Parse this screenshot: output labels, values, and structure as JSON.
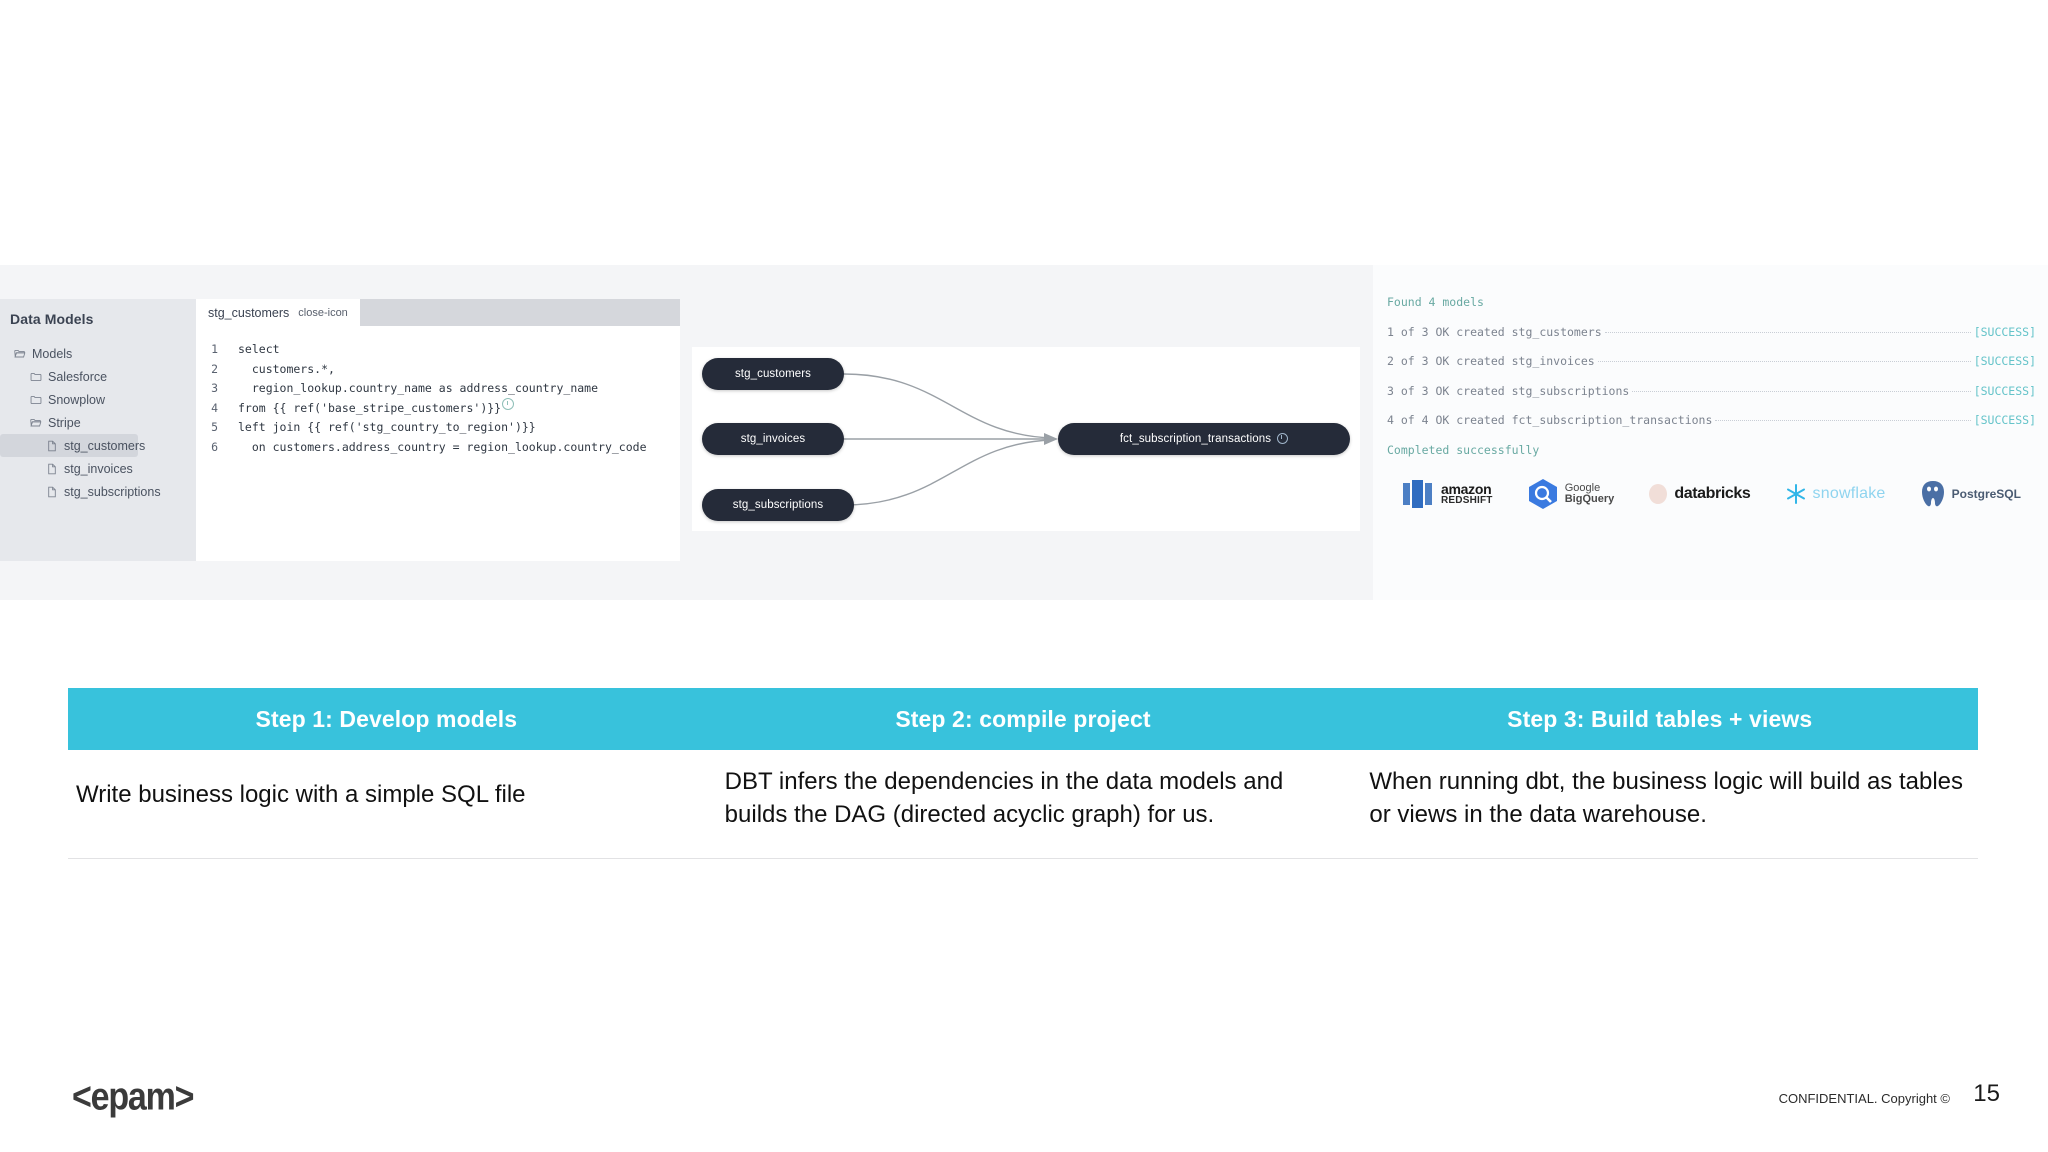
{
  "slide": {
    "footer_note": "CONFIDENTIAL. Copyright ©",
    "page_number": "15",
    "brand_logo": "<epam>",
    "accent_color": "#38c2dc"
  },
  "ide": {
    "sidebar_title": "Data Models",
    "tree": [
      {
        "label": "Models",
        "icon": "folder-open-icon",
        "level": 1,
        "selected": false
      },
      {
        "label": "Salesforce",
        "icon": "folder-icon",
        "level": 2,
        "selected": false
      },
      {
        "label": "Snowplow",
        "icon": "folder-icon",
        "level": 2,
        "selected": false
      },
      {
        "label": "Stripe",
        "icon": "folder-open-icon",
        "level": 2,
        "selected": false
      },
      {
        "label": "stg_customers",
        "icon": "file-icon",
        "level": 3,
        "selected": true
      },
      {
        "label": "stg_invoices",
        "icon": "file-icon",
        "level": 3,
        "selected": false
      },
      {
        "label": "stg_subscriptions",
        "icon": "file-icon",
        "level": 3,
        "selected": false
      }
    ],
    "tab": {
      "label": "stg_customers",
      "close_icon": "close-icon"
    },
    "code_lines": [
      {
        "n": "1",
        "text": "select"
      },
      {
        "n": "2",
        "text": "  customers.*,"
      },
      {
        "n": "3",
        "text": "  region_lookup.country_name as address_country_name"
      },
      {
        "n": "4",
        "text": "from {{ ref('base_stripe_customers')}}",
        "lens": true
      },
      {
        "n": "5",
        "text": "left join {{ ref('stg_country_to_region')}}"
      },
      {
        "n": "6",
        "text": "  on customers.address_country = region_lookup.country_code"
      }
    ]
  },
  "dag": {
    "source_nodes": [
      {
        "label": "stg_customers"
      },
      {
        "label": "stg_invoices"
      },
      {
        "label": "stg_subscriptions"
      }
    ],
    "target_node": {
      "label": "fct_subscription_transactions",
      "lens": true
    }
  },
  "terminal": {
    "header": "Found 4 models",
    "rows": [
      {
        "text": "1 of 3 OK created stg_customers",
        "status": "[SUCCESS]"
      },
      {
        "text": "2 of 3 OK created stg_invoices",
        "status": "[SUCCESS]"
      },
      {
        "text": "3 of 3 OK created stg_subscriptions",
        "status": "[SUCCESS]"
      },
      {
        "text": "4 of 4 OK created fct_subscription_transactions",
        "status": "[SUCCESS]"
      }
    ],
    "footer": "Completed successfully",
    "warehouse_logos": [
      {
        "name": "amazon-redshift-logo",
        "line1": "amazon",
        "line2": "REDSHIFT"
      },
      {
        "name": "google-bigquery-logo",
        "line1": "Google",
        "line2": "BigQuery"
      },
      {
        "name": "databricks-logo",
        "line1": "databricks",
        "line2": ""
      },
      {
        "name": "snowflake-logo",
        "line1": "snowflake",
        "line2": ""
      },
      {
        "name": "postgresql-logo",
        "line1": "PostgreSQL",
        "line2": ""
      }
    ]
  },
  "steps": [
    {
      "heading": "Step 1: Develop models",
      "body": "Write business logic with a simple SQL file"
    },
    {
      "heading": "Step 2: compile project",
      "body": "DBT infers the dependencies in the data models and builds the DAG (directed acyclic graph) for us."
    },
    {
      "heading": "Step 3: Build tables + views",
      "body": "When running dbt, the business logic will build as tables or views in the data warehouse."
    }
  ]
}
